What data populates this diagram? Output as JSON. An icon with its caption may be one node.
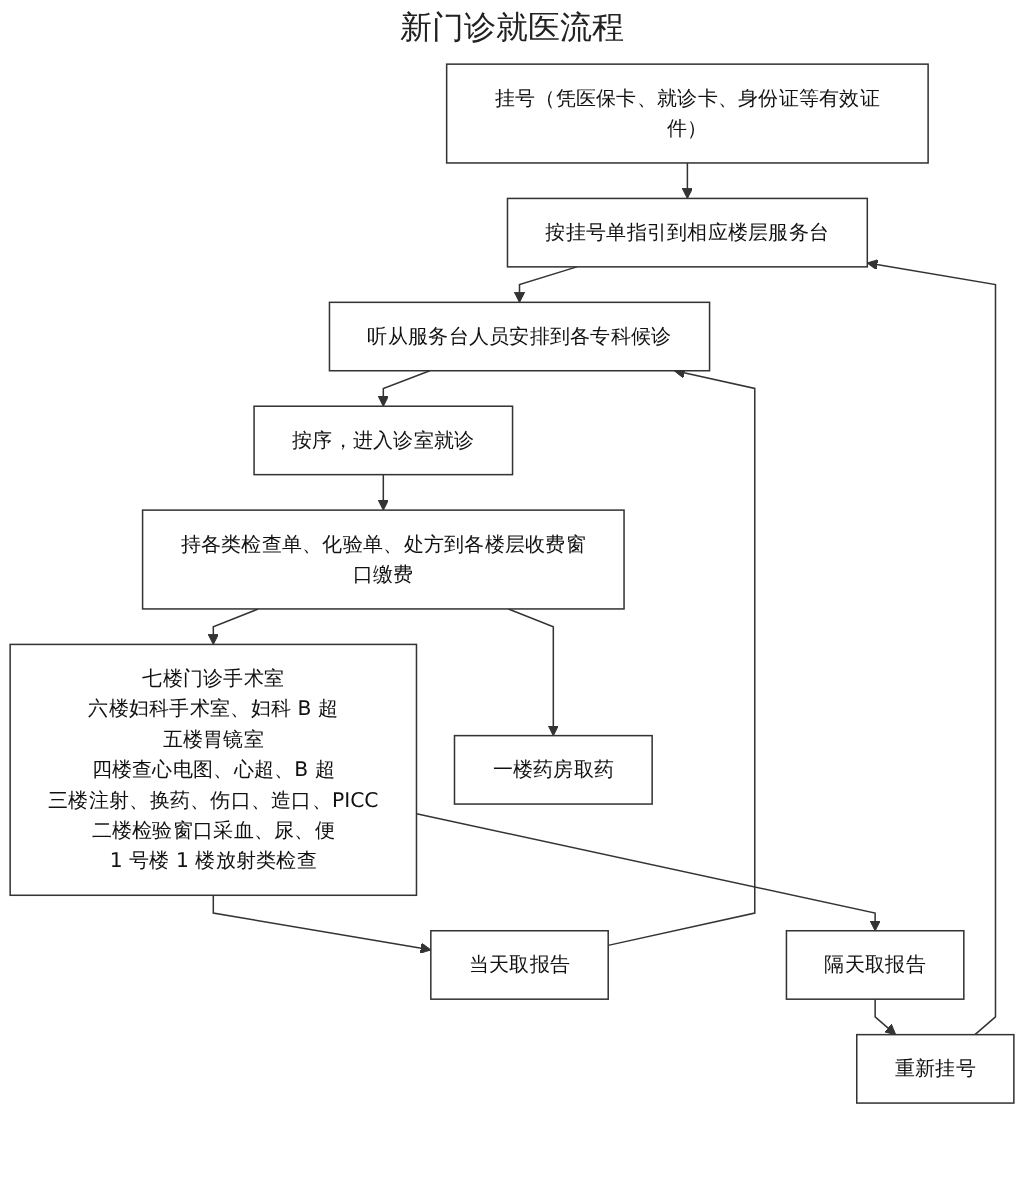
{
  "diagram": {
    "title": "新门诊就医流程",
    "nodes": [
      {
        "text": [
          "挂号（凭医保卡、就诊卡、身份证等有效证件）"
        ]
      },
      {
        "text": [
          "按挂号单指引到相应楼层服务台"
        ]
      },
      {
        "text": [
          "听从服务台人员安排到各专科候诊"
        ]
      },
      {
        "text": [
          "按序，进入诊室就诊"
        ]
      },
      {
        "text": [
          "持各类检查单、化验单、处方到各楼层收费窗口缴费"
        ]
      },
      {
        "text": [
          "七楼门诊手术室",
          "六楼妇科手术室、妇科 B 超",
          "五楼胃镜室",
          "四楼查心电图、心超、B 超",
          "三楼注射、换药、伤口、造口、PICC",
          "二楼检验窗口采血、尿、便",
          "1 号楼 1 楼放射类检查"
        ]
      },
      {
        "text": [
          "一楼药房取药"
        ]
      },
      {
        "text": [
          "当天取报告"
        ]
      },
      {
        "text": [
          "隔天取报告"
        ]
      },
      {
        "text": [
          "重新挂号"
        ]
      }
    ],
    "edges": [
      {
        "from": 0,
        "to": 1,
        "arrow": "to"
      },
      {
        "from": 1,
        "to": 2,
        "arrow": "to"
      },
      {
        "from": 2,
        "to": 3,
        "arrow": "to"
      },
      {
        "from": 3,
        "to": 4,
        "arrow": "to"
      },
      {
        "from": 4,
        "to": 5,
        "arrow": "to"
      },
      {
        "from": 4,
        "to": 6,
        "arrow": "to"
      },
      {
        "from": 5,
        "to": 7,
        "arrow": "to"
      },
      {
        "from": 5,
        "to": 8,
        "arrow": "to"
      },
      {
        "from": 7,
        "to": 2,
        "arrow": "to"
      },
      {
        "from": 8,
        "to": 9,
        "arrow": "to"
      },
      {
        "from": 9,
        "to": 1,
        "arrow": "to"
      }
    ]
  }
}
